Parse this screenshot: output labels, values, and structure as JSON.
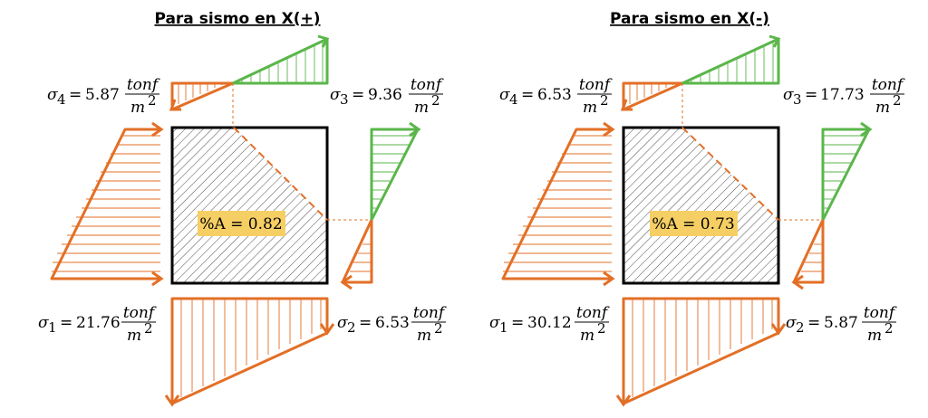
{
  "colors": {
    "orange": "#e36f26",
    "green": "#5ab64a",
    "area_label_bg": "#f6cf64",
    "hatch": "#3a3a3a",
    "footing": "#000000"
  },
  "units": {
    "numerator": "tonf",
    "denominator": "m",
    "exponent": "2"
  },
  "panels": [
    {
      "title": "Para sismo en X(+)",
      "sigma1": "21.76",
      "sigma2": "6.53",
      "sigma3": "9.36",
      "sigma4": "5.87",
      "area_label": "%A = 0.82"
    },
    {
      "title": "Para sismo en X(-)",
      "sigma1": "30.12",
      "sigma2": "5.87",
      "sigma3": "17.73",
      "sigma4": "6.53",
      "area_label": "%A = 0.73"
    }
  ]
}
